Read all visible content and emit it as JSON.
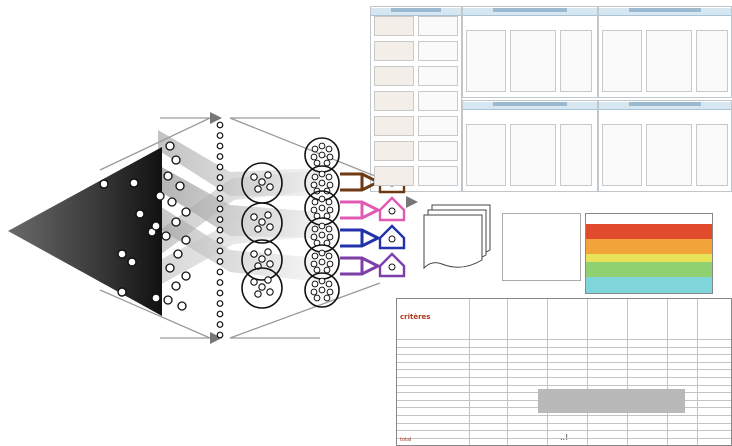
{
  "colors": {
    "brown": "#6e3a12",
    "pink": "#e05ab4",
    "blue": "#2233aa",
    "purple": "#7d3ea8",
    "header_red": "#b0391c",
    "heat_red": "#e14a2a",
    "heat_orange": "#f2a33a",
    "heat_yellow": "#e9e35a",
    "heat_green": "#8fd070",
    "heat_cyan": "#7fd6da"
  },
  "table": {
    "header_label": "critères",
    "total_label": "total",
    "row_count": 13,
    "column_count": 8
  },
  "footer_mark": "..!"
}
